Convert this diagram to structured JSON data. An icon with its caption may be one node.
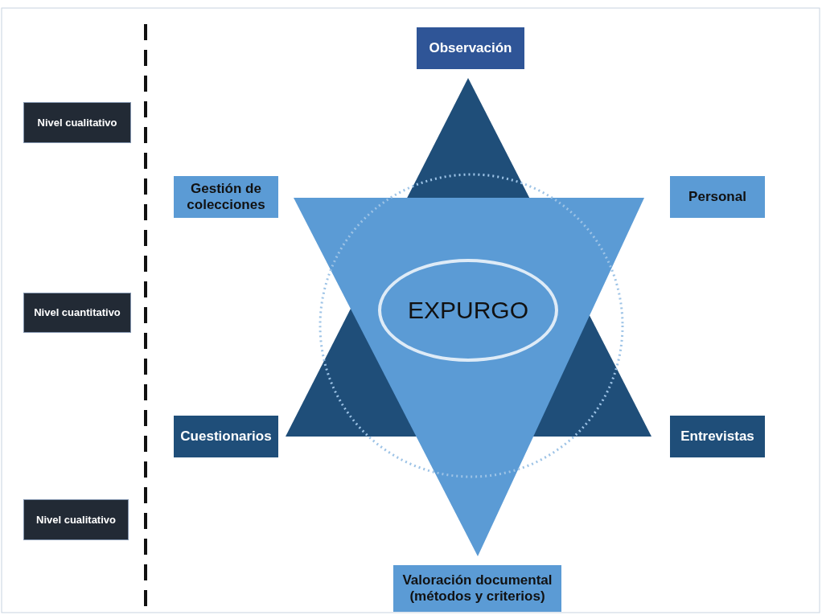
{
  "diagram": {
    "nodes": [
      {
        "text": [
          "Nivel cualitativo"
        ]
      },
      {
        "text": [
          "Nivel cuantitativo"
        ]
      },
      {
        "text": [
          "Nivel cualitativo"
        ]
      },
      {
        "text": [
          "Observación"
        ]
      },
      {
        "text": [
          "Gestión de colecciones"
        ]
      },
      {
        "text": [
          "Personal"
        ]
      },
      {
        "text": [
          "EXPURGO"
        ]
      },
      {
        "text": [
          "Cuestionarios"
        ]
      },
      {
        "text": [
          "Entrevistas"
        ]
      },
      {
        "text": [
          "Valoración documental (métodos y criterios)"
        ]
      }
    ]
  }
}
